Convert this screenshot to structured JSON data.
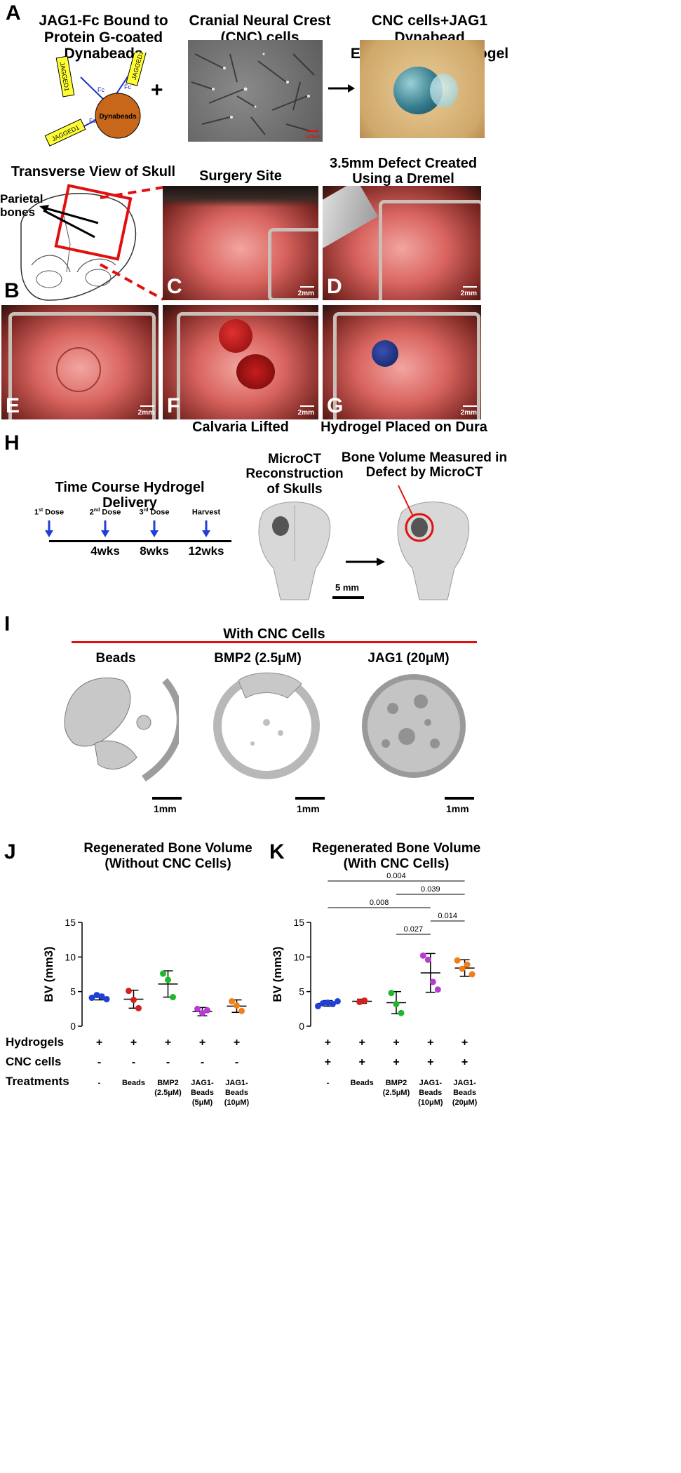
{
  "panel_labels": {
    "A": "A",
    "B": "B",
    "C": "C",
    "D": "D",
    "E": "E",
    "F": "F",
    "G": "G",
    "H": "H",
    "I": "I",
    "J": "J",
    "K": "K"
  },
  "panelA": {
    "title1": "JAG1-Fc Bound to\nProtein G-coated Dynabeads",
    "title2": "Cranial Neural Crest\n(CNC) cells",
    "title3": "CNC cells+JAG1 Dynabead\nEntrapped in Hydrogel",
    "bead_label": "Dynabeads",
    "ligands": [
      "JAGGED1",
      "JAGGED1",
      "JAGGED1"
    ],
    "fc_label": "Fc",
    "plus": "+",
    "micro_scale": "100µm"
  },
  "panelB": {
    "title": "Transverse View of Skull",
    "annotation": "Parietal\nbones"
  },
  "panelC": {
    "title": "Surgery Site",
    "scale": "2mm"
  },
  "panelD": {
    "title": "3.5mm Defect Created\nUsing a Dremel",
    "scale": "2mm"
  },
  "panelE": {
    "scale": "2mm"
  },
  "panelF": {
    "caption": "Calvaria Lifted",
    "scale": "2mm"
  },
  "panelG": {
    "caption": "Hydrogel Placed on Dura",
    "scale": "2mm"
  },
  "panelH": {
    "title": "Time Course Hydrogel Delivery",
    "doses": [
      {
        "main": "1",
        "sup": "st",
        "rest": " Dose",
        "week": ""
      },
      {
        "main": "2",
        "sup": "nd",
        "rest": " Dose",
        "week": "4wks"
      },
      {
        "main": "3",
        "sup": "rd",
        "rest": " Dose",
        "week": "8wks"
      },
      {
        "main": "Harvest",
        "sup": "",
        "rest": "",
        "week": "12wks"
      }
    ],
    "micro_title": "MicroCT\nReconstruction\nof Skulls",
    "bv_title": "Bone Volume Measured in\nDefect by MicroCT",
    "scale": "5 mm"
  },
  "panelI": {
    "header": "With CNC Cells",
    "columns": [
      "Beads",
      "BMP2 (2.5μM)",
      "JAG1 (20μM)"
    ],
    "scale": "1mm"
  },
  "chart_data": [
    {
      "type": "scatter",
      "title": "Regenerated Bone Volume\n(Without CNC Cells)",
      "ylabel": "BV (mm3)",
      "ylim": [
        0,
        15
      ],
      "yticks": [
        0,
        5,
        10,
        15
      ],
      "categories": [
        "-",
        "Beads",
        "BMP2\n(2.5μM)",
        "JAG1-\nBeads\n(5μM)",
        "JAG1-\nBeads\n(10μM)"
      ],
      "colors": [
        "#1f3fd6",
        "#d61f1f",
        "#1fb82a",
        "#b53dd1",
        "#f07f1a"
      ],
      "points": [
        [
          4.1,
          4.5,
          4.3,
          3.9
        ],
        [
          5.1,
          3.8,
          2.6
        ],
        [
          7.6,
          6.7,
          4.2
        ],
        [
          2.5,
          1.9,
          2.3
        ],
        [
          3.6,
          3.0,
          2.2
        ]
      ],
      "mean": [
        4.2,
        3.9,
        6.1,
        2.1,
        2.9
      ],
      "sd": [
        0.4,
        1.3,
        1.9,
        0.6,
        0.9
      ],
      "rows": [
        {
          "label": "Hydrogels",
          "marks": [
            "+",
            "+",
            "+",
            "+",
            "+"
          ]
        },
        {
          "label": "CNC cells",
          "marks": [
            "-",
            "-",
            "-",
            "-",
            "-"
          ]
        },
        {
          "label": "Treatments",
          "marks": []
        }
      ]
    },
    {
      "type": "scatter",
      "title": "Regenerated Bone Volume\n(With CNC Cells)",
      "ylabel": "BV (mm3)",
      "ylim": [
        0,
        15
      ],
      "yticks": [
        0,
        5,
        10,
        15
      ],
      "categories": [
        "-",
        "Beads",
        "BMP2\n(2.5μM)",
        "JAG1-\nBeads\n(10μM)",
        "JAG1-\nBeads\n(20μM)"
      ],
      "colors": [
        "#1f3fd6",
        "#d61f1f",
        "#1fb82a",
        "#b53dd1",
        "#f07f1a"
      ],
      "points": [
        [
          2.9,
          3.3,
          3.4,
          3.2,
          3.6
        ],
        [
          3.5,
          3.7
        ],
        [
          4.8,
          3.2,
          1.9
        ],
        [
          10.2,
          9.6,
          6.4,
          5.3
        ],
        [
          9.5,
          8.3,
          8.9,
          7.5
        ]
      ],
      "mean": [
        3.3,
        3.6,
        3.4,
        7.7,
        8.4
      ],
      "sd": [
        0.4,
        0.3,
        1.6,
        2.8,
        1.2
      ],
      "significance": [
        {
          "from": 0,
          "to": 4,
          "p": "0.004"
        },
        {
          "from": 2,
          "to": 4,
          "p": "0.039"
        },
        {
          "from": 0,
          "to": 3,
          "p": "0.008"
        },
        {
          "from": 3,
          "to": 4,
          "p": "0.014"
        },
        {
          "from": 2,
          "to": 3,
          "p": "0.027"
        }
      ],
      "rows": [
        {
          "label": "Hydrogels",
          "marks": [
            "+",
            "+",
            "+",
            "+",
            "+"
          ]
        },
        {
          "label": "CNC cells",
          "marks": [
            "+",
            "+",
            "+",
            "+",
            "+"
          ]
        },
        {
          "label": "Treatments",
          "marks": []
        }
      ]
    }
  ]
}
